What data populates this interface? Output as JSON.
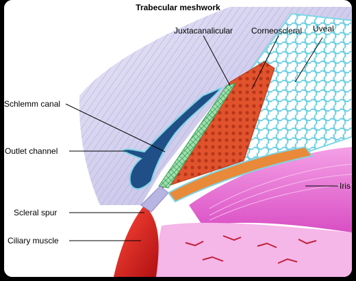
{
  "title": "Trabecular meshwork",
  "labels": {
    "juxtacanalicular": "Juxtacanalicular",
    "corneoscleral": "Corneoscleral",
    "uveal": "Uveal",
    "schlemm_canal": "Schlemm canal",
    "outlet_channel": "Outlet channel",
    "scleral_spur": "Scleral spur",
    "ciliary_muscle": "Ciliary muscle",
    "iris": "Iris"
  },
  "colors": {
    "sclera": "#c9c6ea",
    "schlemm_canal": "#1f4f86",
    "juxtacanalicular": "#8fd6a0",
    "corneoscleral": "#e0532c",
    "uveal": "#7fd6e6",
    "iris": "#e86ad0",
    "ciliary_muscle": "#d61e1e"
  }
}
